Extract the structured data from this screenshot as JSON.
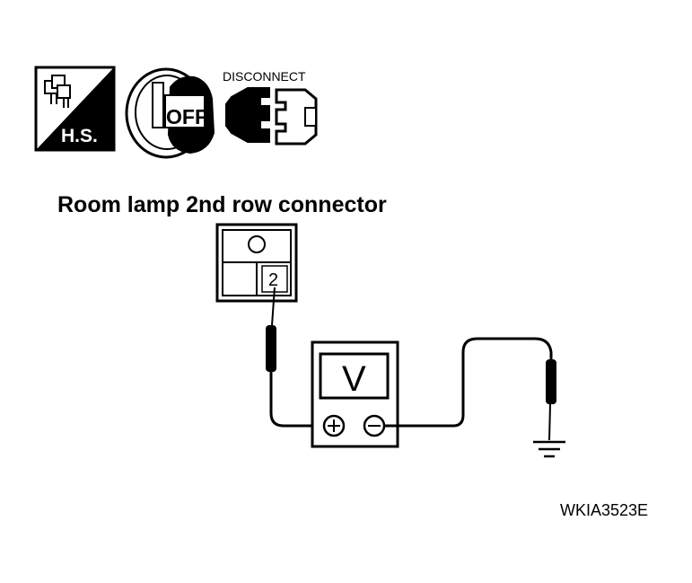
{
  "diagram": {
    "title": "Room lamp 2nd row connector",
    "icons": {
      "hs_label": "H.S.",
      "ignition_label": "OFF",
      "disconnect_label": "DISCONNECT"
    },
    "connector": {
      "terminal_label": "2"
    },
    "voltmeter": {
      "label": "V",
      "plus_symbol": "+",
      "minus_symbol": "−"
    },
    "figure_code": "WKIA3523E"
  }
}
